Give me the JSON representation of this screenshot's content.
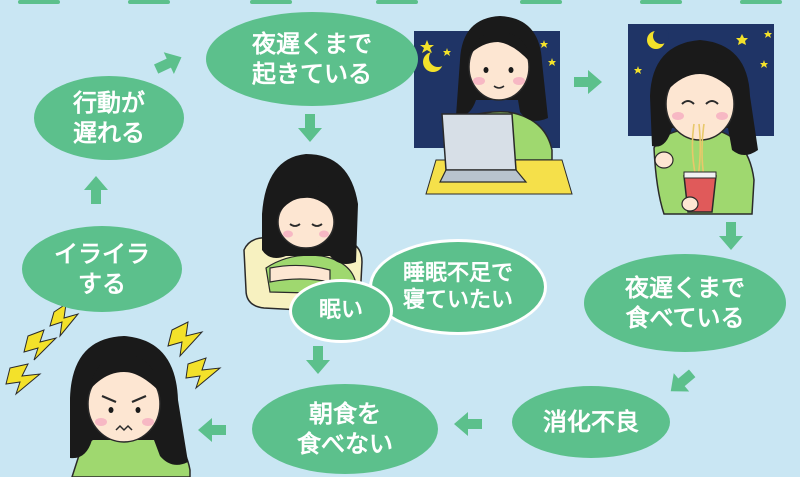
{
  "colors": {
    "background": "#c9e6f3",
    "bubble": "#5cc08c",
    "arrow": "#5cc08c",
    "bubble_text": "#ffffff",
    "night_sky": "#1f3466",
    "laptop_base": "#f5e04a",
    "pillow": "#f7f1c0",
    "shirt": "#9fd86f",
    "hair": "#1a1a1a",
    "skin": "#fde6d2",
    "cheek": "#f7b8c4",
    "stress_bolt": "#f3e12a"
  },
  "cycle": {
    "stay_up_late": "夜遅くまで\n起きている",
    "eat_late": "夜遅くまで\n食べている",
    "indigestion": "消化不良",
    "skip_breakfast": "朝食を\n食べない",
    "irritable": "イライラ\nする",
    "act_late": "行動が\n遅れる",
    "sleepy": "眠い",
    "sleep_deprived": "睡眠不足で\n寝ていたい"
  },
  "icons": [
    "night-laptop-girl-illustration",
    "night-noodle-girl-illustration",
    "sleeping-girl-illustration",
    "irritated-girl-illustration",
    "moon-icon",
    "star-icon",
    "lightning-bolt-icon",
    "arrow-icon"
  ]
}
